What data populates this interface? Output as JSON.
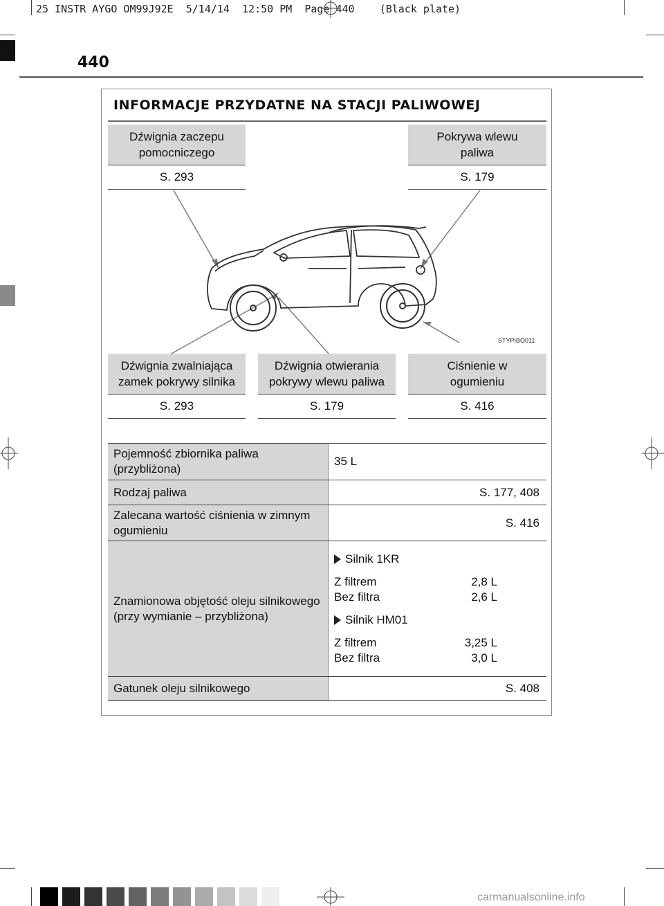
{
  "print_header": "25 INSTR AYGO OM99J92E  5/14/14  12:50 PM  Page 440    (Black plate)",
  "page_number": "440",
  "section_title": "INFORMACJE PRZYDATNE NA STACJI PALIWOWEJ",
  "image_code": "STYPIBO011",
  "callouts": {
    "auxiliary_catch": {
      "label": "Dźwignia zaczepu pomocniczego",
      "page": "S. 293"
    },
    "fuel_cap": {
      "label": "Pokrywa wlewu paliwa",
      "page": "S. 179"
    },
    "hood_release": {
      "label": "Dźwignia zwalniająca zamek pokrywy silnika",
      "page": "S. 293"
    },
    "fuel_door_opener": {
      "label": "Dźwignia otwierania pokrywy wlewu paliwa",
      "page": "S. 179"
    },
    "tire_pressure": {
      "label": "Ciśnienie w ogumieniu",
      "page": "S. 416"
    }
  },
  "spec_table": {
    "tank_capacity": {
      "label": "Pojemność zbiornika paliwa (przybliżona)",
      "value": "35 L"
    },
    "fuel_type": {
      "label": "Rodzaj paliwa",
      "value": "S. 177, 408"
    },
    "cold_tire_pressure": {
      "label": "Zalecana wartość ciśnienia w zimnym ogumieniu",
      "value": "S. 416"
    },
    "oil_capacity": {
      "label": "Znamionowa objętość oleju silnikowego (przy wymianie – przybliżona)",
      "engines": [
        {
          "name": "Silnik 1KR",
          "with_filter_label": "Z filtrem",
          "with_filter": "2,8 L",
          "without_filter_label": "Bez filtra",
          "without_filter": "2,6 L"
        },
        {
          "name": "Silnik HM01",
          "with_filter_label": "Z filtrem",
          "with_filter": "3,25 L",
          "without_filter_label": "Bez filtra",
          "without_filter": "3,0 L"
        }
      ]
    },
    "oil_grade": {
      "label": "Gatunek oleju silnikowego",
      "value": "S. 408"
    }
  },
  "watermark": "carmanualsonline.info",
  "colors": {
    "label_fill": "#d6d6d6",
    "rule": "#444444"
  }
}
